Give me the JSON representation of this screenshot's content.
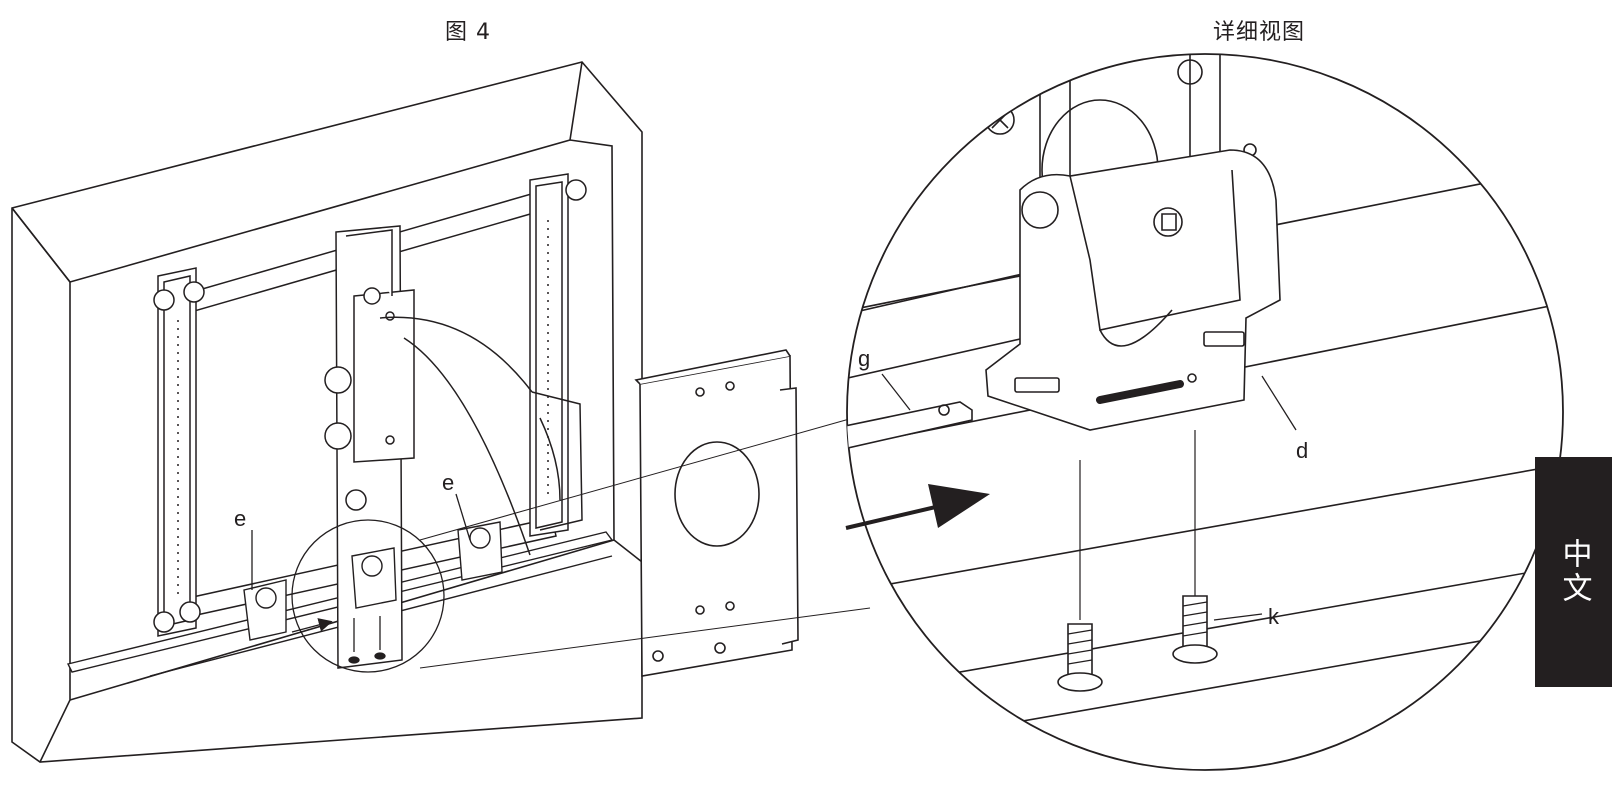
{
  "figure": {
    "title": "图 4",
    "detail_title": "详细视图"
  },
  "callouts": {
    "e_left": "e",
    "e_right": "e",
    "g": "g",
    "d": "d",
    "k": "k"
  },
  "language_tab": {
    "label": "中文"
  },
  "colors": {
    "ink": "#231f20",
    "tab_background": "#231f20",
    "tab_text": "#ffffff",
    "paper": "#ffffff"
  }
}
